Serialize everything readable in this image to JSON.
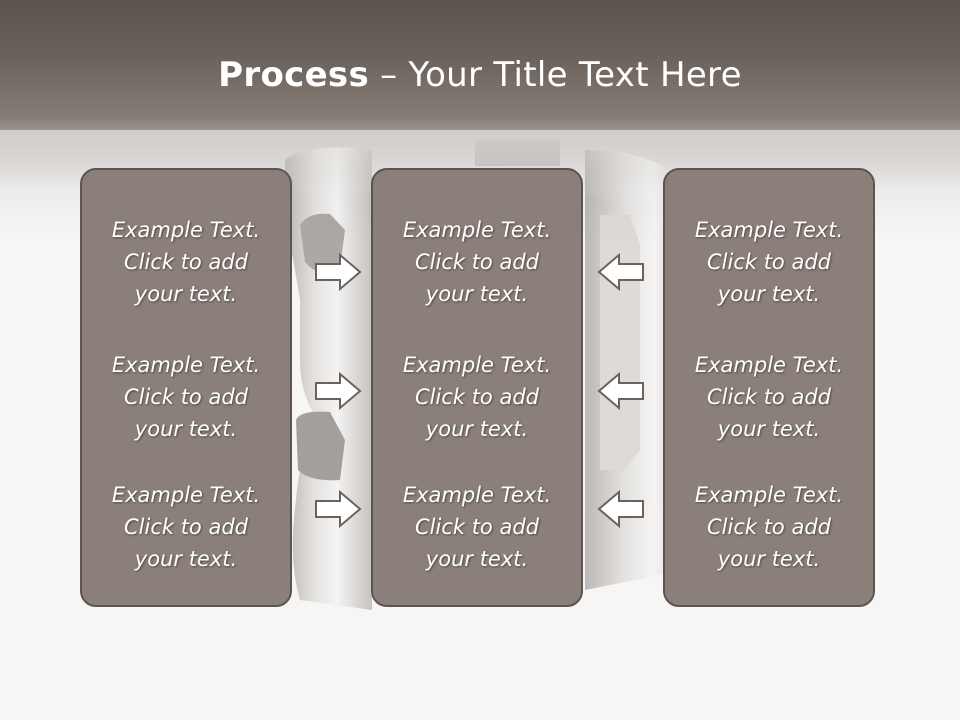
{
  "title": {
    "bold": "Process",
    "separator": " – ",
    "rest": "Your Title Text Here"
  },
  "panels": [
    {
      "blocks": [
        {
          "line1": "Example Text.",
          "line2": "Click  to add",
          "line3": "your text."
        },
        {
          "line1": "Example Text.",
          "line2": "Click  to add",
          "line3": "your text."
        },
        {
          "line1": "Example Text.",
          "line2": "Click  to add",
          "line3": "your text."
        }
      ]
    },
    {
      "blocks": [
        {
          "line1": "Example Text.",
          "line2": "Click  to add",
          "line3": "your text."
        },
        {
          "line1": "Example Text.",
          "line2": "Click  to add",
          "line3": "your text."
        },
        {
          "line1": "Example Text.",
          "line2": "Click  to add",
          "line3": "your text."
        }
      ]
    },
    {
      "blocks": [
        {
          "line1": "Example Text.",
          "line2": "Click  to add",
          "line3": "your text."
        },
        {
          "line1": "Example Text.",
          "line2": "Click  to add",
          "line3": "your text."
        },
        {
          "line1": "Example Text.",
          "line2": "Click  to add",
          "line3": "your text."
        }
      ]
    }
  ],
  "icons": {
    "left_arrows": "right-arrow-icon",
    "right_arrows": "left-arrow-icon",
    "background": "3d-letters-graphic"
  },
  "colors": {
    "panel_fill": "#8b8079",
    "panel_border": "#5c5450",
    "title_band": "#5a524d",
    "text": "#ffffff"
  }
}
